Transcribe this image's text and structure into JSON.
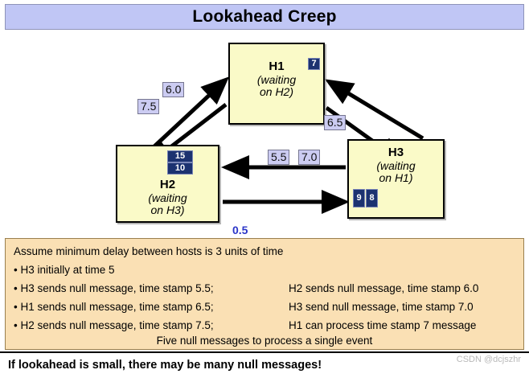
{
  "slide": {
    "title": "Lookahead Creep",
    "footer": "If lookahead is small, there may be many null messages!",
    "watermark": "CSDN @dcjszhr"
  },
  "colors": {
    "title_bar_bg": "#c0c6f5",
    "host_box_fill": "#fafac8",
    "badge_bg": "#1c3270",
    "tag_bg": "#ccccf2",
    "notes_panel_bg": "#fae0b4",
    "correction_color": "#2b35c8"
  },
  "diagram": {
    "hosts": [
      {
        "id": "h1",
        "name": "H1",
        "state_line1": "(waiting",
        "state_line2": "on H2)",
        "badges": [
          "7"
        ]
      },
      {
        "id": "h2",
        "name": "H2",
        "state_line1": "(waiting",
        "state_line2": "on H3)",
        "badges": [
          "15",
          "10"
        ]
      },
      {
        "id": "h3",
        "name": "H3",
        "state_line1": "(waiting",
        "state_line2": "on H1)",
        "badges": [
          "9",
          "8"
        ]
      }
    ],
    "edge_tags": [
      {
        "id": "tag-7-5",
        "value": "7.5"
      },
      {
        "id": "tag-6-0",
        "value": "6.0"
      },
      {
        "id": "tag-6-5",
        "value": "6.5"
      },
      {
        "id": "tag-5-5",
        "value": "5.5"
      },
      {
        "id": "tag-7-0",
        "value": "7.0"
      }
    ]
  },
  "notes": {
    "assumption": "Assume minimum delay between hosts is 3 units of time",
    "correction_value": "0.5",
    "bullets_left": [
      "• H3 initially at time 5",
      "• H3 sends null message, time stamp 5.5;",
      "• H1 sends null message, time stamp 6.5;",
      "• H2 sends null message, time stamp 7.5;"
    ],
    "bullets_right": [
      "H2 sends null message, time stamp 6.0",
      "H3 send null message, time stamp 7.0",
      "H1 can process time stamp 7 message"
    ],
    "summary": "Five null messages to process a single event"
  }
}
